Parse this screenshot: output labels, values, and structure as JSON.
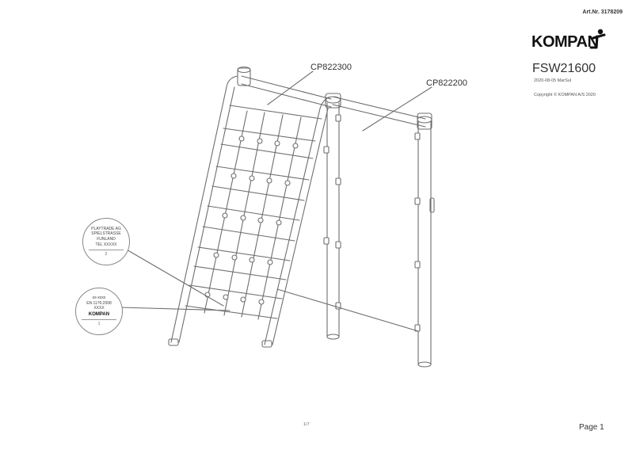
{
  "header": {
    "art_nr": "Art.Nr. 3178209",
    "brand": "KOMPAN",
    "product_code": "FSW21600",
    "date_line": "2020-08-05 MarSul",
    "copyright": "Copyright © KOMPAN A/S 2020"
  },
  "callouts": {
    "part_a": "CP822300",
    "part_b": "CP822200"
  },
  "badges": {
    "manufacturer_plate": {
      "lines": [
        "PLAYTRADE AG",
        "SPIELSTRASSE",
        "FUNLAND",
        "TEL XXXXX"
      ],
      "number": "2"
    },
    "standard_plate": {
      "lines": [
        "xx-xxxx",
        "EN 1176:2008",
        "XXXX"
      ],
      "logo": "KOMPAN",
      "number": "1"
    }
  },
  "footer": {
    "page_fraction": "1/7",
    "page_label": "Page 1"
  },
  "colors": {
    "line": "#6e6e6e",
    "text": "#333333"
  }
}
